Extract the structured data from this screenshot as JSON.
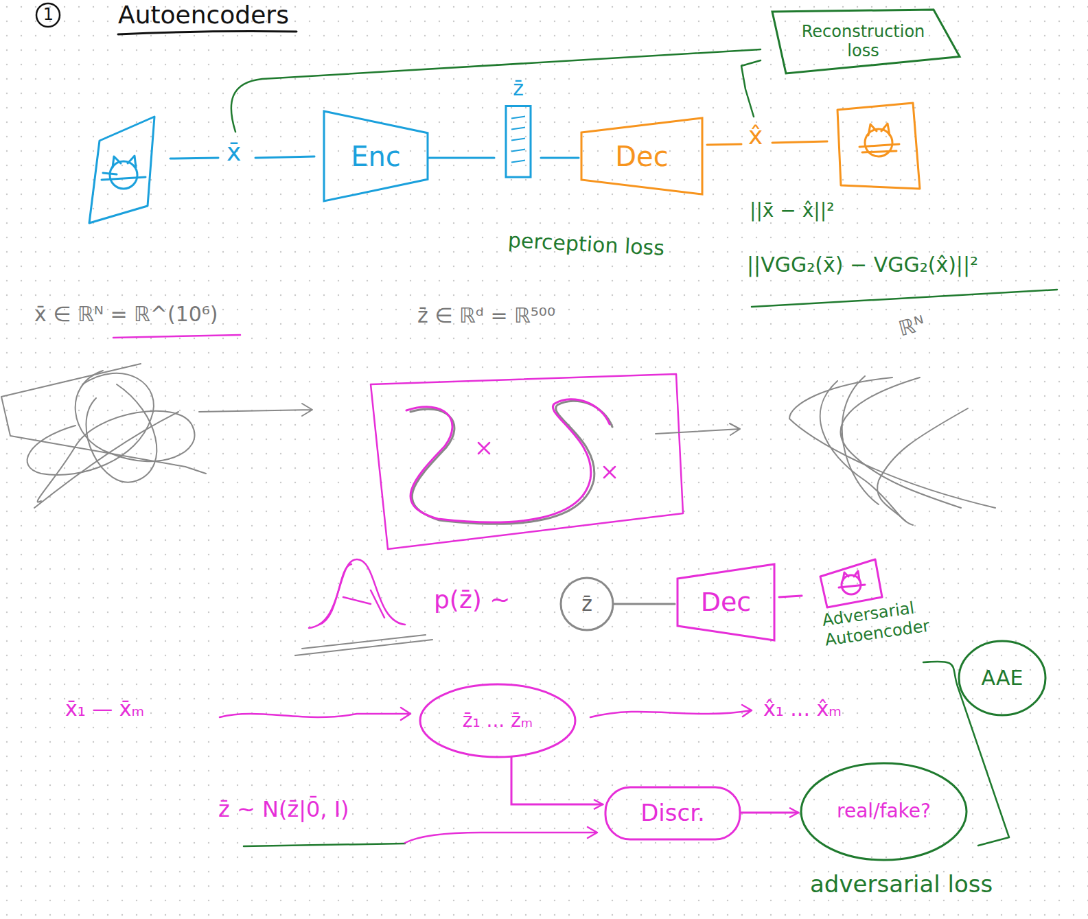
{
  "diagram": {
    "title": "Autoencoders",
    "nodes": [
      {
        "text": [
          "Reconstruction loss"
        ]
      },
      {
        "text": [
          "Enc"
        ]
      },
      {
        "text": [
          "z̄"
        ]
      },
      {
        "text": [
          "Dec"
        ]
      },
      {
        "text": [
          "z̄"
        ]
      },
      {
        "text": [
          "Dec"
        ]
      },
      {
        "text": [
          "AAE"
        ]
      },
      {
        "text": [
          "z̄₁ ... z̄ₘ"
        ]
      },
      {
        "text": [
          "Discr."
        ]
      },
      {
        "text": [
          "real/fake?"
        ]
      }
    ],
    "edges": [
      {
        "from": 1,
        "to": 2,
        "arrow": "none"
      },
      {
        "from": 2,
        "to": 3,
        "arrow": "none"
      },
      {
        "from": 4,
        "to": 5,
        "arrow": "none"
      },
      {
        "from": 7,
        "to": 8,
        "arrow": "to"
      },
      {
        "from": 8,
        "to": 9,
        "arrow": "to"
      }
    ],
    "labels": [
      "1",
      "x̄",
      "x̂",
      "||x̄ − x̂||²",
      "perception loss",
      "||VGG₂(x̄) − VGG₂(x̂)||²",
      "x̄ ∈ ℝᴺ = ℝ^(10⁶)",
      "z̄ ∈ ℝᵈ = ℝ⁵⁰⁰",
      "ℝᴺ",
      "p(z̄) ~",
      "Adversarial Autoencoder",
      "x̄₁ — x̄ₘ",
      "x̂₁ ... x̂ₘ",
      "z̄ ~ N(z̄|0̄, I)",
      "adversarial loss"
    ]
  }
}
